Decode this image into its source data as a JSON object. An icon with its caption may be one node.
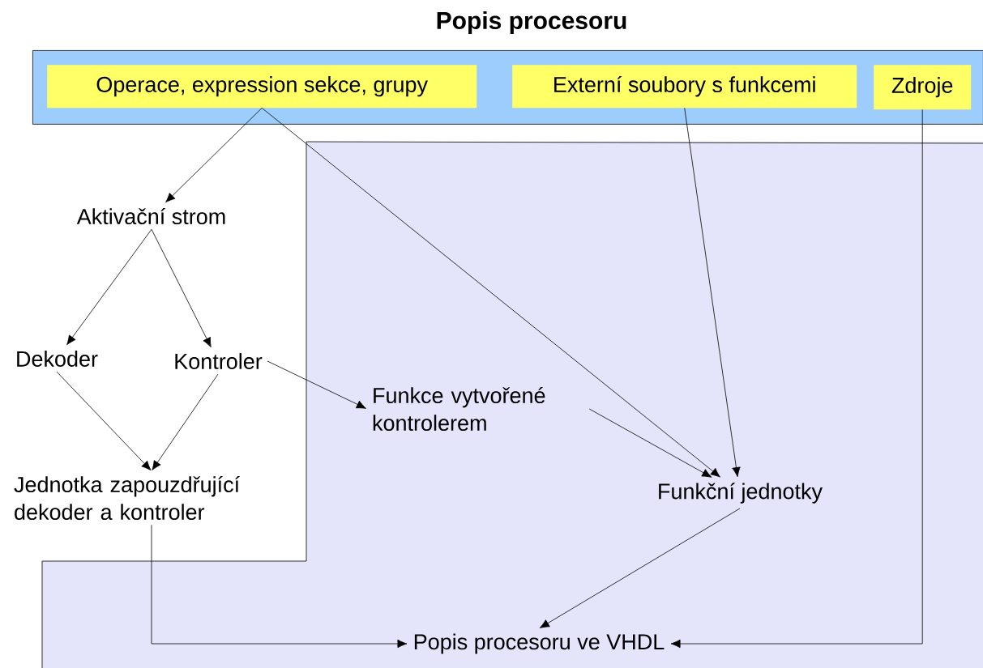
{
  "diagram": {
    "title": "Popis procesoru",
    "nodes": [
      {
        "text": [],
        "shape": "box"
      },
      {
        "text": [
          "Operace, expression sekce, grupy"
        ],
        "in": 0
      },
      {
        "text": [
          "Externí soubory s funkcemi"
        ],
        "in": 0
      },
      {
        "text": [
          "Zdroje"
        ],
        "in": 0
      },
      {
        "text": [],
        "shape": "box"
      },
      {
        "text": [
          "Aktivační strom"
        ]
      },
      {
        "text": [
          "Dekoder"
        ]
      },
      {
        "text": [
          "Kontroler"
        ]
      },
      {
        "text": [
          "Jednotka zapouzdřující dekoder a kontroler"
        ]
      },
      {
        "text": [
          "Funkce vytvořené kontrolerem"
        ],
        "in": 4
      },
      {
        "text": [
          "Funkční jednotky"
        ],
        "in": 4
      },
      {
        "text": [
          "Popis procesoru ve VHDL"
        ],
        "in": 4
      }
    ],
    "edges": [
      {
        "from": 1,
        "to": 5,
        "arrow": "to"
      },
      {
        "from": 1,
        "to": 10,
        "arrow": "to"
      },
      {
        "from": 2,
        "to": 10,
        "arrow": "to"
      },
      {
        "from": 3,
        "to": 11,
        "arrow": "to"
      },
      {
        "from": 5,
        "to": 6,
        "arrow": "to"
      },
      {
        "from": 5,
        "to": 7,
        "arrow": "to"
      },
      {
        "from": 6,
        "to": 8,
        "arrow": "to"
      },
      {
        "from": 7,
        "to": 8,
        "arrow": "to"
      },
      {
        "from": 7,
        "to": 9,
        "arrow": "to"
      },
      {
        "from": 9,
        "to": 10,
        "arrow": "to"
      },
      {
        "from": 10,
        "to": 11,
        "arrow": "to"
      },
      {
        "from": 8,
        "to": 11,
        "arrow": "to"
      }
    ]
  }
}
